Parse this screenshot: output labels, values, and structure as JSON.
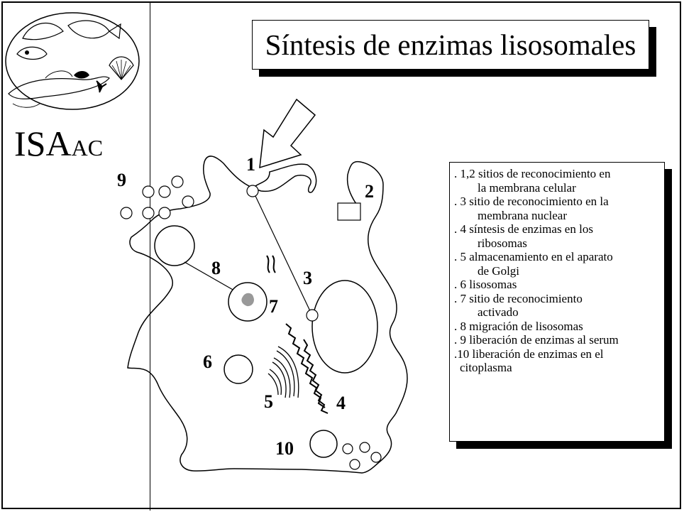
{
  "title": "Síntesis de enzimas lisosomales",
  "brand": {
    "main": "ISA",
    "sub": "AC"
  },
  "markers": [
    "1",
    "2",
    "3",
    "4",
    "5",
    "6",
    "7",
    "8",
    "9",
    "10"
  ],
  "legend": [
    {
      "line1": ". 1,2 sitios de reconocimiento en",
      "line2": "la membrana celular"
    },
    {
      "line1": ". 3 sitio de reconocimiento en  la",
      "line2": "membrana nuclear"
    },
    {
      "line1": ". 4 síntesis de enzimas en los",
      "line2": "ribosomas"
    },
    {
      "line1": ". 5 almacenamiento en el aparato",
      "line2": "de Golgi"
    },
    {
      "line1": ". 6 lisosomas",
      "line2": ""
    },
    {
      "line1": ". 7 sitio de reconocimiento",
      "line2": "activado"
    },
    {
      "line1": ". 8 migración de lisosomas",
      "line2": ""
    },
    {
      "line1": ". 9 liberación de enzimas al serum",
      "line2": ""
    },
    {
      "line1": ".10 liberación de enzimas en el",
      "line2": "citoplasma"
    }
  ]
}
